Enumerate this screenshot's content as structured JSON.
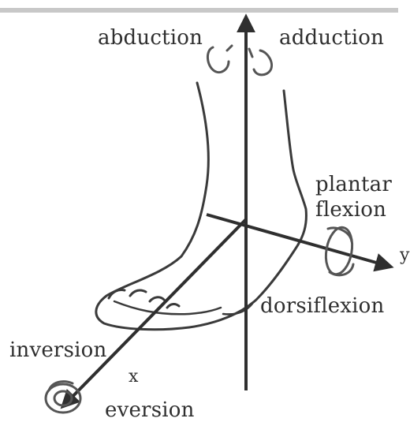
{
  "diagram": {
    "labels": {
      "abduction": "abduction",
      "adduction": "adduction",
      "plantar_flexion_line1": "plantar",
      "plantar_flexion_line2": "flexion",
      "dorsiflexion": "dorsiflexion",
      "inversion": "inversion",
      "eversion": "eversion",
      "x_axis": "x",
      "y_axis": "y"
    },
    "colors": {
      "ink": "#2f2f2f",
      "rule": "#c8c8c8",
      "background": "#ffffff"
    },
    "icons": {
      "vertical_rotation": "rotation-arrows-icon",
      "lateral_rotation": "rotation-arrows-icon",
      "longitudinal_rotation": "rotation-arrows-icon"
    }
  }
}
